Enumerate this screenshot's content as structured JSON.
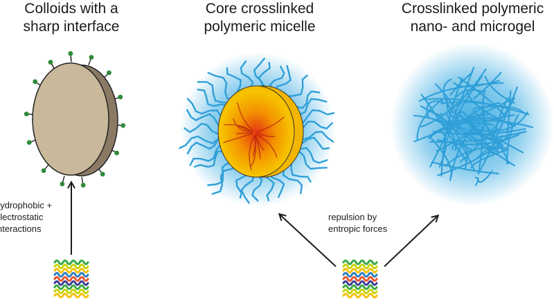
{
  "panels": [
    {
      "id": "colloid",
      "title_lines": [
        "Colloids with a",
        "sharp interface"
      ]
    },
    {
      "id": "micelle",
      "title_lines": [
        "Core crosslinked",
        "polymeric micelle"
      ]
    },
    {
      "id": "microgel",
      "title_lines": [
        "Crosslinked polymeric",
        "nano- and microgel"
      ]
    }
  ],
  "labels": {
    "hydrophobic_lines": [
      "hydrophobic +",
      "electrostatic",
      "interactions"
    ],
    "repulsion_lines": [
      "repulsion by",
      "entropic forces"
    ]
  },
  "colors": {
    "colloid_face": "#c9b99a",
    "colloid_side": "#8a7a64",
    "ligand_tip": "#2e8b3a",
    "glow": "#36a9e1",
    "chains": "#2f9fd8",
    "core_outer": "#f7c400",
    "core_inner": "#e63312",
    "arrow": "#1a1a1a"
  },
  "icons": [
    "protein-icon"
  ]
}
